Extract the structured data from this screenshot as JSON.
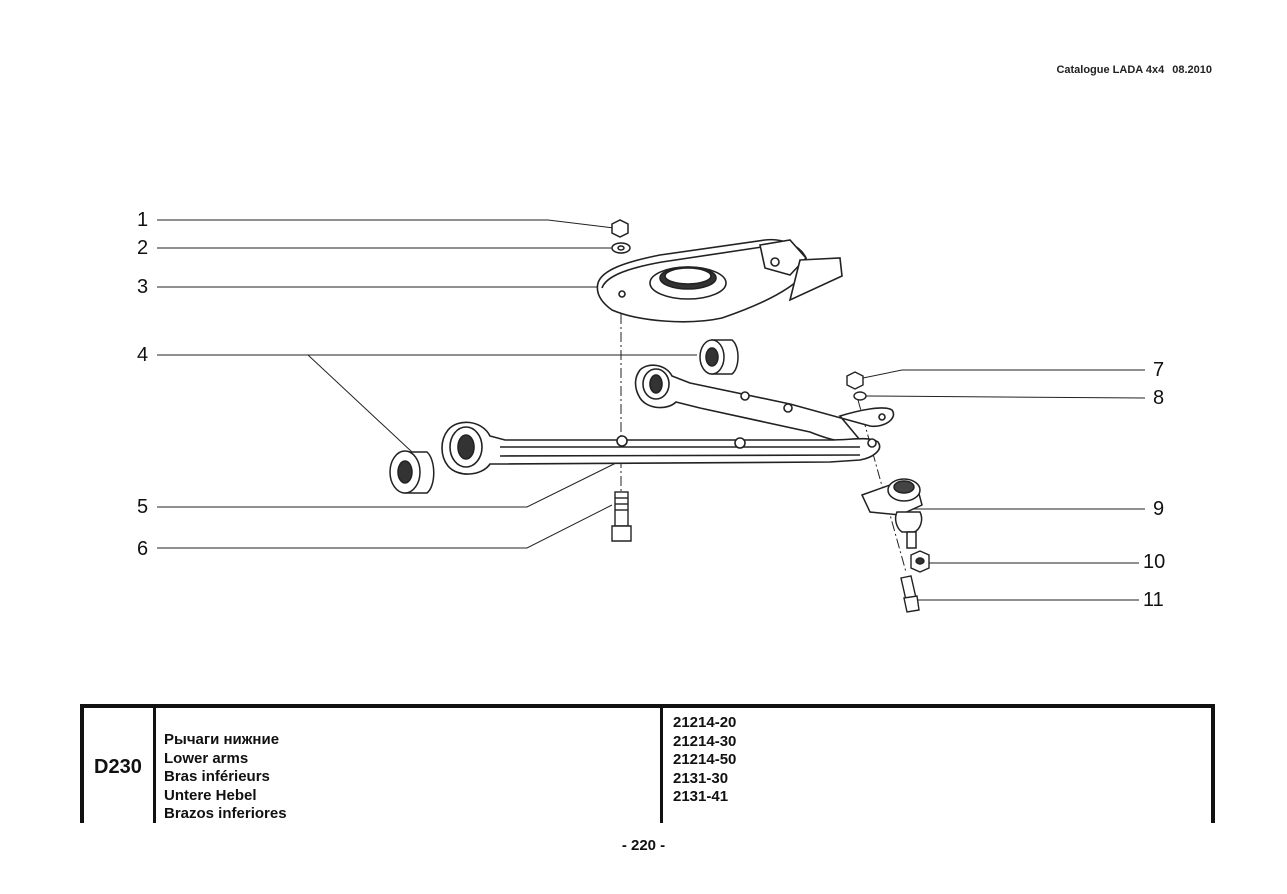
{
  "header": {
    "catalogue": "Catalogue LADA 4x4",
    "date": "08.2010"
  },
  "diagram": {
    "callouts": [
      "1",
      "2",
      "3",
      "4",
      "5",
      "6",
      "7",
      "8",
      "9",
      "10",
      "11"
    ]
  },
  "table": {
    "code": "D230",
    "names": [
      "Рычаги нижние",
      "Lower arms",
      "Bras inférieurs",
      "Untere Hebel",
      "Brazos inferiores"
    ],
    "models": [
      "21214-20",
      "21214-30",
      "21214-50",
      "2131-30",
      "2131-41"
    ]
  },
  "footer": {
    "page": "- 220 -"
  }
}
